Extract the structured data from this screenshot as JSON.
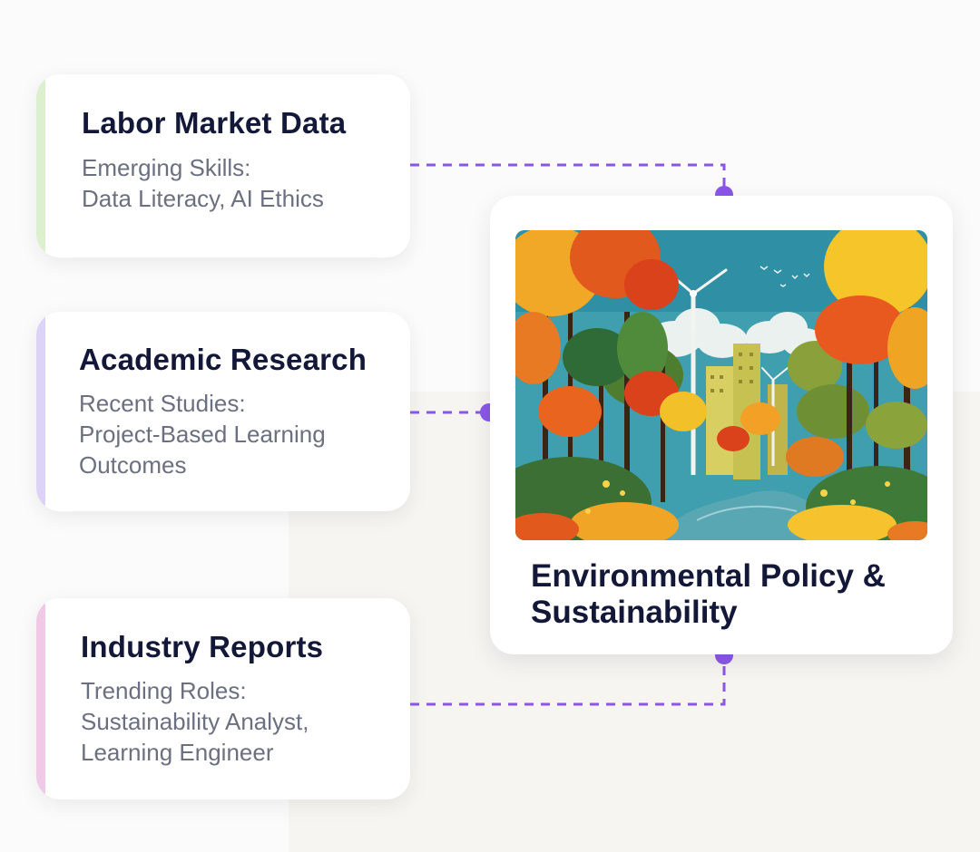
{
  "sources": [
    {
      "title": "Labor Market Data",
      "lines": [
        "Emerging Skills:",
        "Data Literacy, AI Ethics"
      ],
      "accent_color": "#dcefcf"
    },
    {
      "title": "Academic Research",
      "lines": [
        "Recent Studies:",
        "Project-Based Learning",
        "Outcomes"
      ],
      "accent_color": "#ddd3f6"
    },
    {
      "title": "Industry Reports",
      "lines": [
        "Trending Roles:",
        "Sustainability Analyst,",
        "Learning Engineer"
      ],
      "accent_color": "#f0c9e6"
    }
  ],
  "topic": {
    "title_lines": [
      "Environmental Policy &",
      "Sustainability"
    ],
    "image": "forest-city-illustration"
  },
  "connector_color": "#8b56e8"
}
